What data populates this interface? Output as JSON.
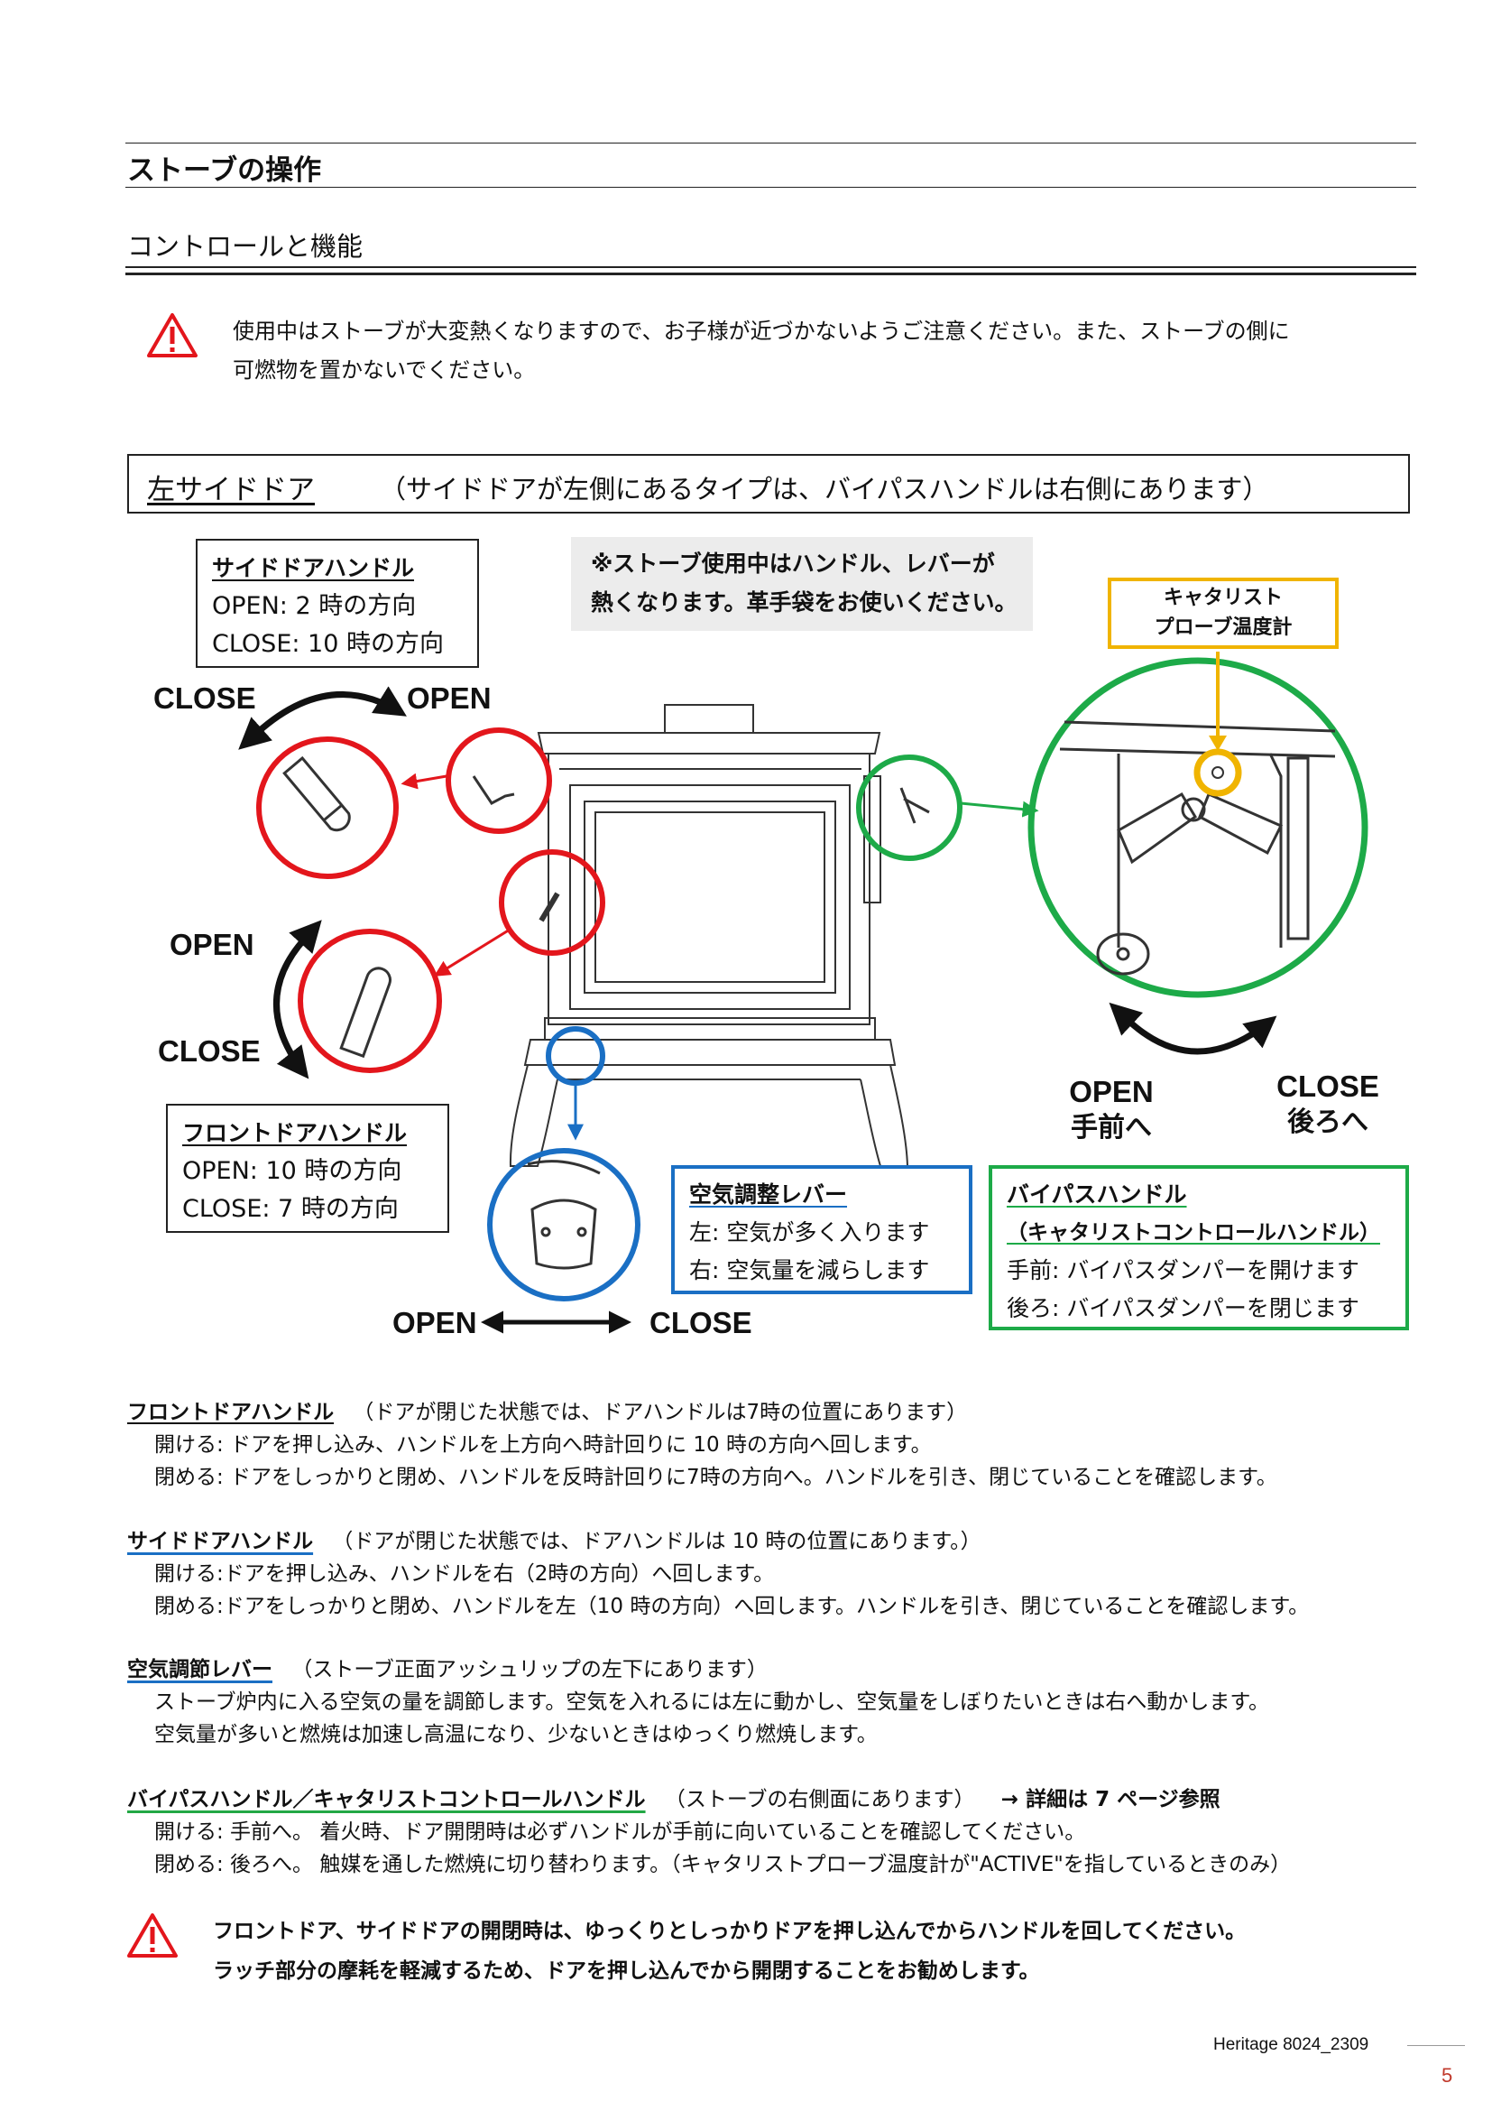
{
  "page": {
    "section_title": "ストーブの操作",
    "subsection_title": "コントロールと機能",
    "top_warning": [
      "使用中はストーブが大変熱くなりますので、お子様が近づかないようご注意ください。また、ストーブの側に",
      "可燃物を置かないでください。"
    ],
    "door_box": {
      "title": "左サイドドア",
      "note": "（サイドドアが左側にあるタイプは、バイパスハンドルは右側にあります）"
    }
  },
  "callouts": {
    "side_handle": {
      "title": "サイドドアハンドル",
      "open": "OPEN: 2 時の方向",
      "close": "CLOSE: 10 時の方向"
    },
    "hot_note": [
      "※ストーブ使用中はハンドル、レバーが",
      "熱くなります。革手袋をお使いください。"
    ],
    "probe": [
      "キャタリスト",
      "プローブ温度計"
    ],
    "front_handle": {
      "title": "フロントドアハンドル",
      "open": "OPEN: 10 時の方向",
      "close": "CLOSE: 7 時の方向"
    },
    "air_lever": {
      "title": "空気調整レバー",
      "left": "左:  空気が多く入ります",
      "right": "右:  空気量を減らします"
    },
    "bypass": {
      "title": "バイパスハンドル",
      "subtitle": "（キャタリストコントロールハンドル）",
      "front": "手前:  バイパスダンパーを開けます",
      "back": "後ろ:  バイパスダンパーを閉じます"
    }
  },
  "labels": {
    "side_close": "CLOSE",
    "side_open": "OPEN",
    "front_open": "OPEN",
    "front_close": "CLOSE",
    "bypass_open": "OPEN",
    "bypass_open_jp": "手前へ",
    "bypass_close": "CLOSE",
    "bypass_close_jp": "後ろへ",
    "air_open": "OPEN",
    "air_close": "CLOSE"
  },
  "sections": [
    {
      "title": "フロントドアハンドル",
      "note": "（ドアが閉じた状態では、ドアハンドルは7時の位置にあります）",
      "lines": [
        "開ける:  ドアを押し込み、ハンドルを上方向へ時計回りに 10 時の方向へ回します。",
        "閉める:  ドアをしっかりと閉め、ハンドルを反時計回りに7時の方向へ。ハンドルを引き、閉じていることを確認します。"
      ]
    },
    {
      "title": "サイドドアハンドル",
      "note": "（ドアが閉じた状態では、ドアハンドルは 10 時の位置にあります。）",
      "lines": [
        "開ける:ドアを押し込み、ハンドルを右（2時の方向）へ回します。",
        "閉める:ドアをしっかりと閉め、ハンドルを左（10 時の方向）へ回します。ハンドルを引き、閉じていることを確認します。"
      ]
    },
    {
      "title": "空気調節レバー",
      "note": "（ストーブ正面アッシュリップの左下にあります）",
      "lines": [
        "ストーブ炉内に入る空気の量を調節します。空気を入れるには左に動かし、空気量をしぼりたいときは右へ動かします。",
        "空気量が多いと燃焼は加速し高温になり、少ないときはゆっくり燃焼します。"
      ]
    },
    {
      "title": "バイパスハンドル／キャタリストコントロールハンドル",
      "note": "（ストーブの右側面にあります）",
      "ref": "→  詳細は 7 ページ参照",
      "lines": [
        "開ける:  手前へ。  着火時、ドア開閉時は必ずハンドルが手前に向いていることを確認してください。",
        "閉める:  後ろへ。  触媒を通した燃焼に切り替わります。（キャタリストプローブ温度計が\"ACTIVE\"を指しているときのみ）"
      ]
    }
  ],
  "bottom_warning": [
    "フロントドア、サイドドアの開閉時は、ゆっくりとしっかりドアを押し込んでからハンドルを回してください。",
    "ラッチ部分の摩耗を軽減するため、ドアを押し込んでから開閉することをお勧めします。"
  ],
  "footer": {
    "doc": "Heritage  8024_2309",
    "page_number": "5"
  },
  "colors": {
    "red": "#e3161c",
    "green": "#1daa48",
    "blue": "#1a6fc4",
    "yellow": "#f0b400",
    "gray_note": "#ececec",
    "page_number": "#c0392b"
  },
  "icons": [
    "warning-triangle-icon",
    "warning-triangle-icon"
  ]
}
